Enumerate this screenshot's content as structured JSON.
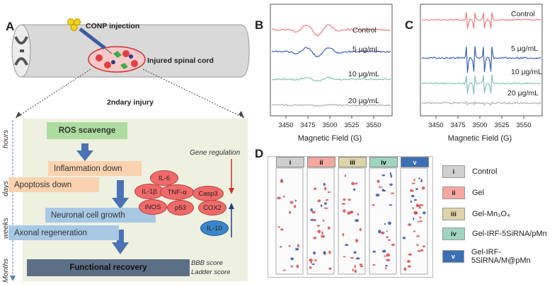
{
  "panelA": {
    "letter": "A",
    "injection_label": "CONP injection",
    "injury_label": "Injured spinal cord",
    "secondary_label": "2ndary injury",
    "timeline": [
      "hours",
      "days",
      "weeks",
      "Months"
    ],
    "steps": {
      "ros": "ROS scavenge",
      "inflammation": "Inflammation down",
      "apoptosis": "Apoptosis down",
      "neuronal": "Neuronal cell growth",
      "axonal": "Axonal regeneration",
      "functional": "Functional recovery"
    },
    "gene_regulation": "Gene regulation",
    "markers": [
      "IL-6",
      "IL-1β",
      "TNF-α",
      "Casp3",
      "iNOS",
      "p53",
      "COX2"
    ],
    "il10": "IL-10",
    "scores": [
      "BBB score",
      "Ladder score"
    ],
    "colors": {
      "ros": "#aedca0",
      "orange": "#f9d2b0",
      "blue": "#a8c8e4",
      "dark": "#5b6f86",
      "red": "#f06a6a",
      "il10": "#3a86c8"
    }
  },
  "panelB": {
    "letter": "B",
    "x_ticks": [
      "3450",
      "3475",
      "3500",
      "3525",
      "3550"
    ],
    "x_label": "Magnetic Field (G)",
    "series": [
      {
        "name": "Control",
        "color": "#f08080"
      },
      {
        "name": "5 μg/mL",
        "color": "#3c64b4"
      },
      {
        "name": "10 μg/mL",
        "color": "#80c8b0"
      },
      {
        "name": "20 μg/mL",
        "color": "#b0b0b0"
      }
    ]
  },
  "panelC": {
    "letter": "C",
    "x_ticks": [
      "3450",
      "3475",
      "3500",
      "3525",
      "3550"
    ],
    "x_label": "Magnetic Field (G)",
    "series": [
      {
        "name": "Control",
        "color": "#f08080"
      },
      {
        "name": "5 μg/mL",
        "color": "#3c64b4"
      },
      {
        "name": "10 μg/mL",
        "color": "#80c8b0"
      },
      {
        "name": "20 μg/mL",
        "color": "#b0b0b0"
      }
    ]
  },
  "panelD": {
    "letter": "D",
    "groups": [
      {
        "id": "i",
        "name": "Control",
        "color": "#cfcfcf"
      },
      {
        "id": "ii",
        "name": "Gel",
        "color": "#f4a8a0"
      },
      {
        "id": "iii",
        "name": "Gel-Mn₃O₄",
        "color": "#dcd3a8"
      },
      {
        "id": "iv",
        "name": "Gel-IRF-5SiRNA/pMn",
        "color": "#9ed4c0"
      },
      {
        "id": "v",
        "name": "Gel-IRF-5SiRNA/M@pMn",
        "color": "#3a6fb4"
      }
    ]
  }
}
